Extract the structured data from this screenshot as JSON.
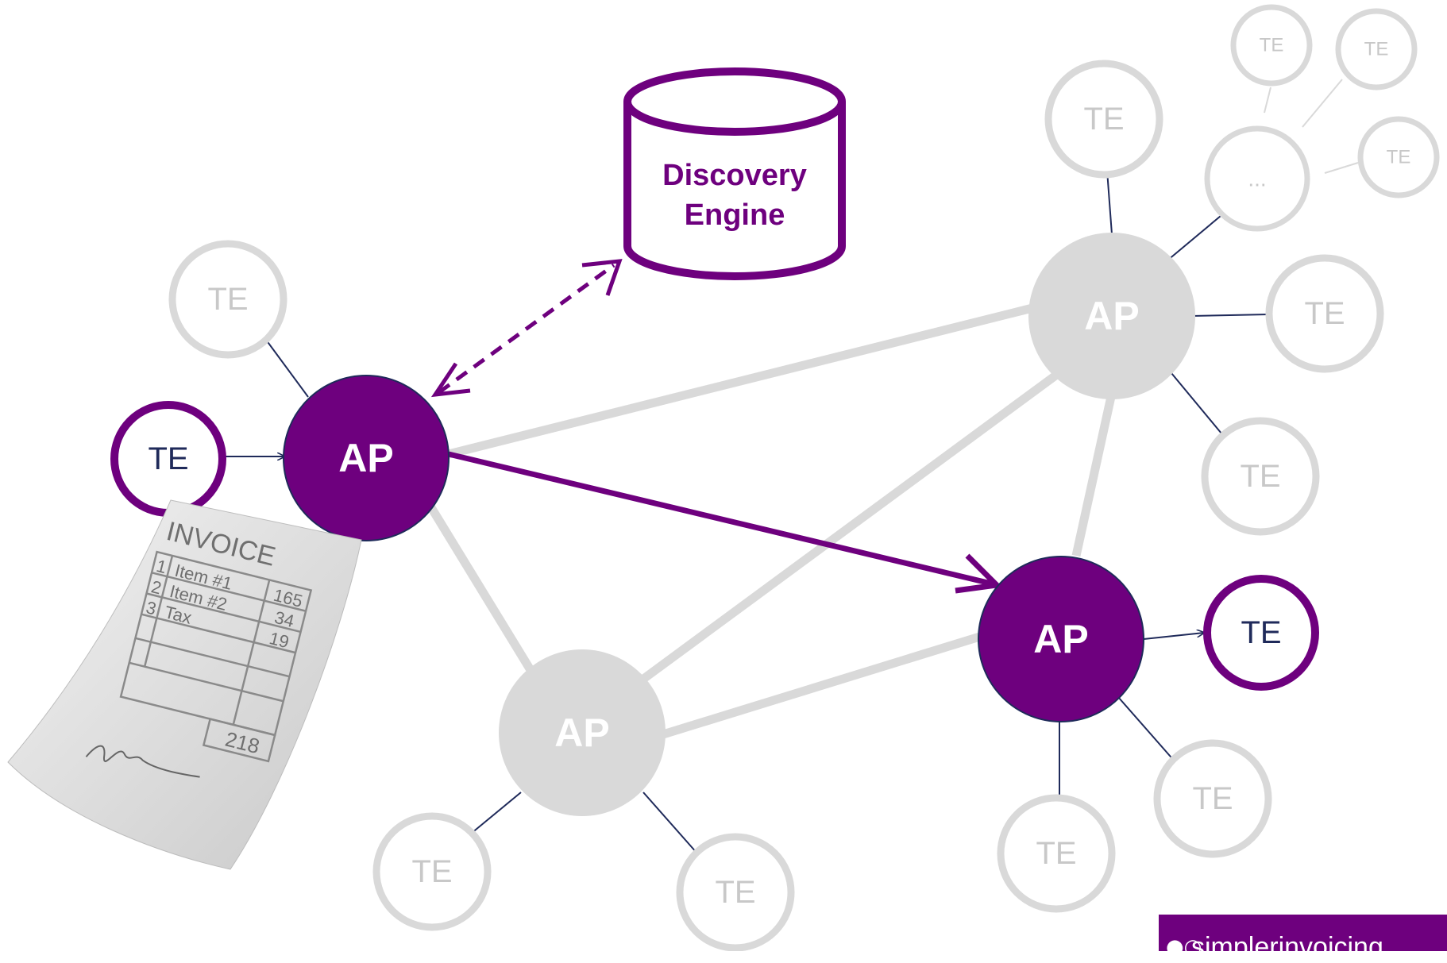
{
  "diagram": {
    "discovery_engine": {
      "line1": "Discovery",
      "line2": "Engine"
    },
    "node_labels": {
      "ap": "AP",
      "te": "TE",
      "more": "..."
    },
    "invoice": {
      "title": "INVOICE",
      "rows": [
        {
          "num": "1",
          "item": "Item #1",
          "amount": "165"
        },
        {
          "num": "2",
          "item": "Item #2",
          "amount": "34"
        },
        {
          "num": "3",
          "item": "Tax",
          "amount": "19"
        }
      ],
      "total": "218"
    },
    "footer": {
      "brand": "simplerinvoicing"
    }
  },
  "colors": {
    "accent": "#6e007e",
    "inactive": "#d9d9d9",
    "connector": "#1f2a5a",
    "inactive_text": "#c8c8c8"
  }
}
